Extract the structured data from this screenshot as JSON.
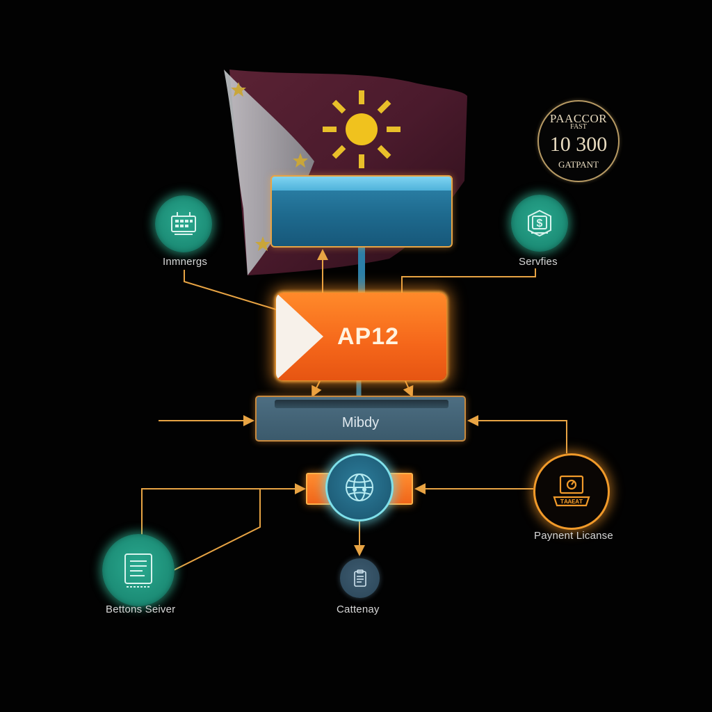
{
  "colors": {
    "background": "#020202",
    "connector": "#e8a444",
    "api_orange": "#f5661a",
    "teal": "#1b8a74",
    "stem_blue": "#2c7fa8"
  },
  "nodes": {
    "top_box": {
      "label": ""
    },
    "api": {
      "label": "AP12"
    },
    "middle": {
      "label": "Mibdy"
    },
    "hub": {
      "icon": "globe-icon"
    },
    "integrations": {
      "label": "Inmnergs",
      "icon": "keyboard-icon"
    },
    "services": {
      "label": "Servfies",
      "icon": "dollar-icon"
    },
    "buttons_server": {
      "label": "Bettons Seiver",
      "icon": "document-icon"
    },
    "gateway": {
      "label": "Cattenay",
      "icon": "clipboard-icon"
    },
    "payment_license": {
      "label": "Paynent Licanse",
      "icon": "payment-terminal-icon"
    }
  },
  "badge": {
    "line1": "PAACCOR",
    "line2": "FAST",
    "line3": "10 300",
    "line4": "GATPANT"
  },
  "flag": {
    "icon": "philippine-flag"
  }
}
